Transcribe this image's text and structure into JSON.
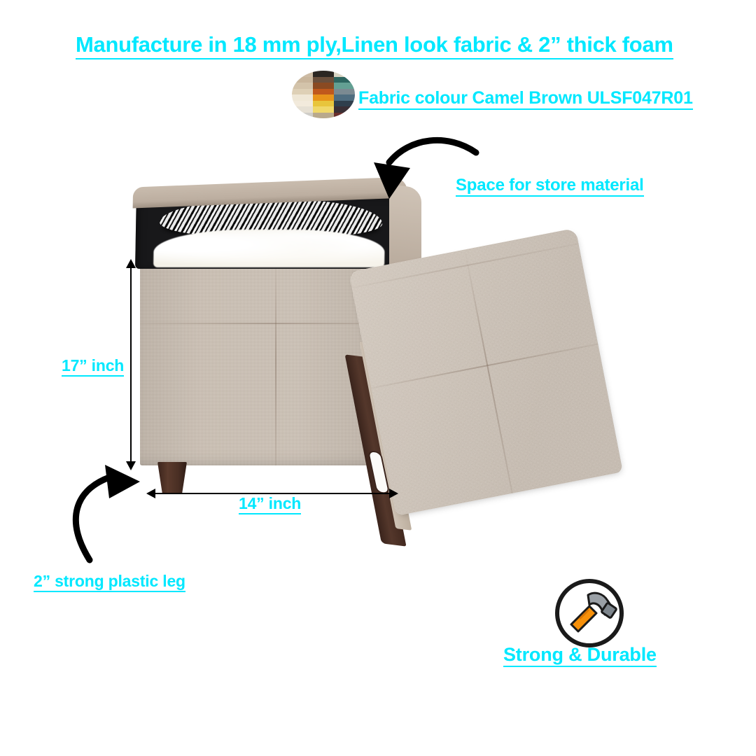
{
  "meta": {
    "background": "#ffffff",
    "accent_color": "#00e8ff",
    "arrow_color": "#000000"
  },
  "title": {
    "text": "Manufacture in 18 mm ply,Linen look fabric & 2” thick foam"
  },
  "fabric": {
    "label": "Fabric colour Camel Brown ULSF047R01",
    "swatch_name": "fabric-colour-swatch",
    "swatch_colors": [
      "#cdbba4",
      "#2b2622",
      "#d7d3c2",
      "#c9b69c",
      "#6a4f3c",
      "#2d6660",
      "#d3c3aa",
      "#8a4a22",
      "#63a093",
      "#ded0b6",
      "#c0581c",
      "#7b8a92",
      "#efe7d6",
      "#e8941a",
      "#4f6d80",
      "#f2eadc",
      "#e8c53c",
      "#2f3f4d",
      "#e6e0d4",
      "#f0d86a",
      "#3a2f35",
      "#cfcdc8",
      "#b9a98c",
      "#6b2f2c"
    ]
  },
  "annotations": {
    "storage": "Space for store material",
    "height": "17” inch",
    "width": "14” inch",
    "leg": "2” strong plastic leg",
    "durable": "Strong & Durable"
  },
  "product": {
    "body_fabric_color": "#c9bcae",
    "lid_fabric_color": "#d3c7ba",
    "wood_trim_color": "#42291f",
    "leg_color": "#4a2f24",
    "interior_color": "#18181a",
    "contents": [
      "black-white-knit-throw",
      "cream-fur-blanket"
    ]
  },
  "icons": {
    "hammer": "hammer-icon",
    "hammer_head_color": "#9aa0a6",
    "hammer_handle_color": "#f79009",
    "badge_ring_color": "#1a1a1a"
  },
  "chart_data": {
    "type": "table",
    "title": "Storage Ottoman Specification Callouts",
    "categories": [
      "Height",
      "Width",
      "Leg height",
      "Foam thickness",
      "Ply thickness"
    ],
    "values": [
      "17 inch",
      "14 inch",
      "2 inch",
      "2 inch",
      "18 mm"
    ]
  }
}
